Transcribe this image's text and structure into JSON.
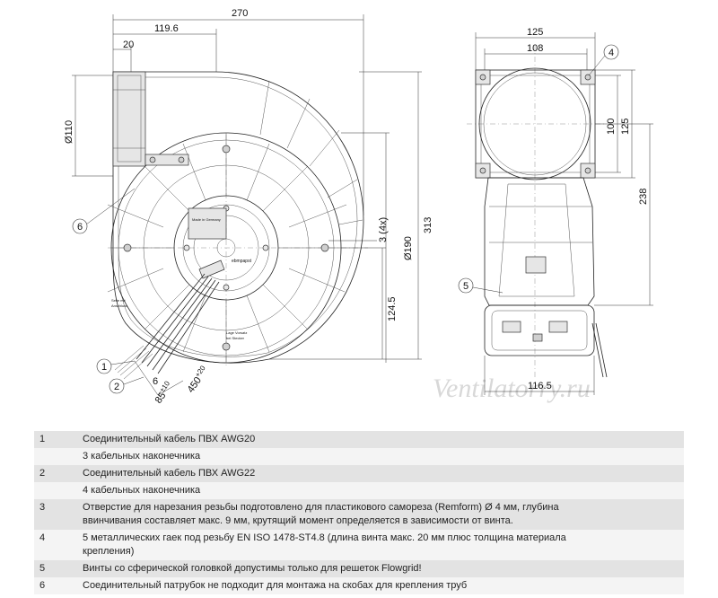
{
  "watermark": "Ventilatorry.ru",
  "dimensions": {
    "overall_width": "270",
    "offset": "119.6",
    "flange_depth": "20",
    "inlet_diameter": "Ø110",
    "outer_diameter": "Ø190",
    "height": "313",
    "lower_height": "124.5",
    "screw_count": "3 (4x)",
    "side_width": "125",
    "side_inner_width": "108",
    "side_square": "100",
    "side_square_outer": "125",
    "side_height": "238",
    "side_bottom": "116.5",
    "cable_offset": "6",
    "cable_strip": "85",
    "cable_strip_tol": "±10",
    "cable_length": "450",
    "cable_length_tol": "+20"
  },
  "callouts": [
    "1",
    "2",
    "4",
    "5",
    "6"
  ],
  "small_labels": {
    "label_a": "Made in Germany",
    "label_b": "ebmpapst",
    "label_c": "Seite mit",
    "label_d": "Anschluss",
    "label_e": "Lage Vorsatz",
    "label_f": "bei Stecker"
  },
  "legend": [
    {
      "num": "1",
      "lines": [
        "Соединительный кабель ПВХ AWG20"
      ]
    },
    {
      "num": "",
      "lines": [
        "3 кабельных наконечника"
      ]
    },
    {
      "num": "2",
      "lines": [
        "Соединительный кабель ПВХ AWG22"
      ]
    },
    {
      "num": "",
      "lines": [
        "4 кабельных наконечника"
      ]
    },
    {
      "num": "3",
      "lines": [
        "Отверстие для нарезания резьбы подготовлено для пластикового самореза (Remform) Ø 4 мм, глубина",
        "ввинчивания составляет макс. 9 мм, крутящий момент определяется в зависимости от винта."
      ]
    },
    {
      "num": "4",
      "lines": [
        "5 металлических гаек под резьбу EN ISO 1478-ST4.8 (длина винта макс. 20 мм плюс толщина материала",
        "крепления)"
      ]
    },
    {
      "num": "5",
      "lines": [
        "Винты со сферической головкой допустимы только для решеток Flowgrid!"
      ]
    },
    {
      "num": "6",
      "lines": [
        "Соединительный патрубок не подходит для монтажа на скобах для крепления труб"
      ]
    }
  ]
}
